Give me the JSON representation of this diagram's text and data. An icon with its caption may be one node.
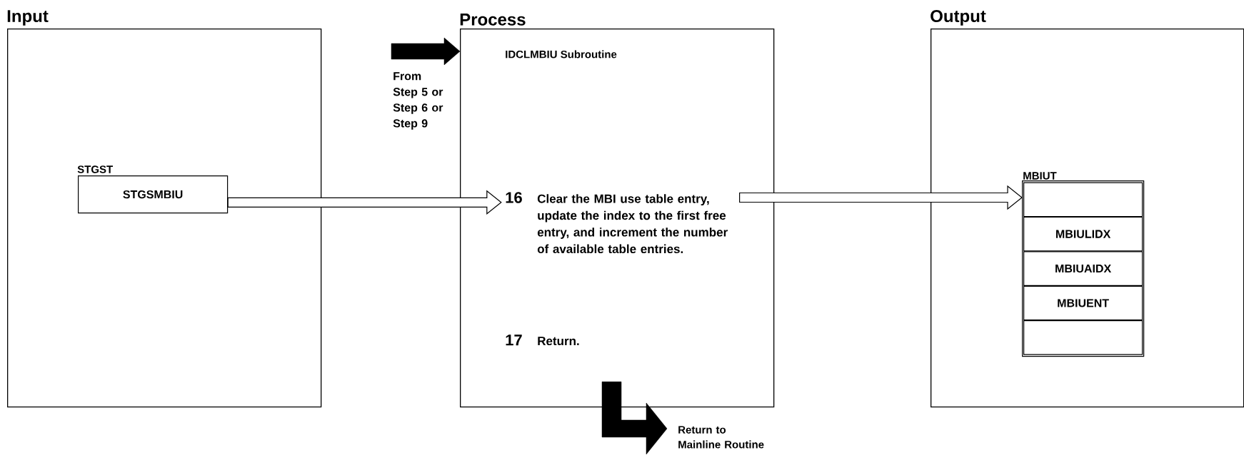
{
  "diagram": {
    "nodes": [
      {
        "text": [
          "Input"
        ]
      },
      {
        "text": [
          "STGST",
          "STGSMBIU"
        ],
        "in": 0
      },
      {
        "text": [
          "Process",
          "IDCLMBIU Subroutine"
        ]
      },
      {
        "text": [
          "16",
          "Clear the MBI use table entry, update the index to the first free entry, and increment the number of available table entries."
        ],
        "in": 2
      },
      {
        "text": [
          "17",
          "Return."
        ],
        "in": 2
      },
      {
        "text": [
          "Output"
        ]
      },
      {
        "text": [
          "MBIUT"
        ],
        "in": 5
      },
      {
        "text": [],
        "shape": "box",
        "in": 6
      },
      {
        "text": [
          "MBIULIDX"
        ],
        "in": 6
      },
      {
        "text": [
          "MBIUAIDX"
        ],
        "in": 6
      },
      {
        "text": [
          "MBIUENT"
        ],
        "in": 6
      },
      {
        "text": [],
        "shape": "box",
        "in": 6
      },
      {
        "text": [
          "Return to Mainline Routine"
        ]
      }
    ],
    "edges": [
      {
        "from": null,
        "to": 2,
        "arrow": "to",
        "style": "thick",
        "label": "From Step 5 or Step 6 or Step 9"
      },
      {
        "from": 1,
        "to": 3,
        "arrow": "to"
      },
      {
        "from": 3,
        "to": 6,
        "arrow": "to"
      },
      {
        "from": 2,
        "to": 12,
        "arrow": "to",
        "style": "thick"
      }
    ]
  }
}
